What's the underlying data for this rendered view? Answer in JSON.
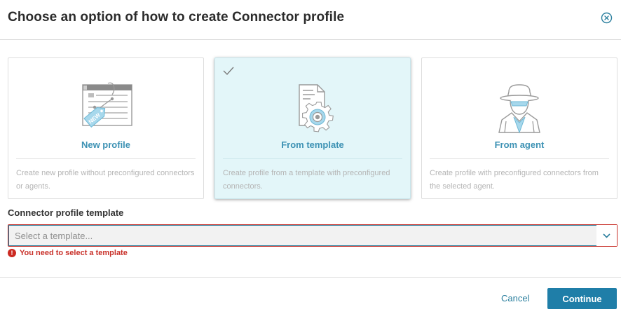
{
  "dialog": {
    "title": "Choose an option of how to create Connector profile"
  },
  "options": [
    {
      "title": "New profile",
      "description": "Create new profile without preconfigured connectors or agents.",
      "icon": "new-profile-icon",
      "selected": false
    },
    {
      "title": "From template",
      "description": "Create profile from a template with preconfigured connectors.",
      "icon": "template-gear-icon",
      "selected": true
    },
    {
      "title": "From agent",
      "description": "Create profile with preconfigured connectors from the selected agent.",
      "icon": "agent-spy-icon",
      "selected": false
    }
  ],
  "template_field": {
    "label": "Connector profile template",
    "placeholder": "Select a template...",
    "value": "",
    "error": "You need to select a template"
  },
  "footer": {
    "cancel_label": "Cancel",
    "continue_label": "Continue"
  },
  "colors": {
    "accent": "#1f7ea8",
    "link": "#2b7f9e",
    "selected_card_bg": "#e3f6f9",
    "error": "#c9312a"
  }
}
